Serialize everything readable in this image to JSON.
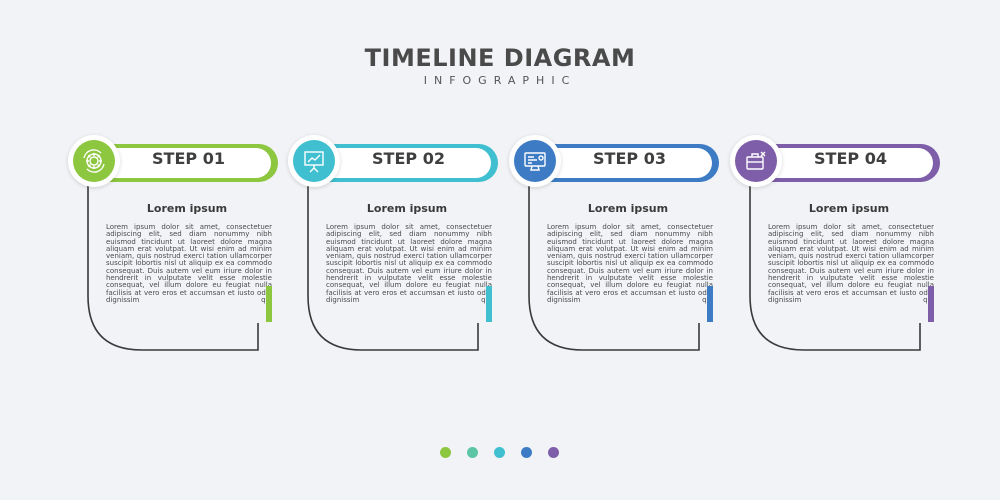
{
  "header": {
    "title": "TIMELINE DIAGRAM",
    "subtitle": "INFOGRAPHIC"
  },
  "steps": [
    {
      "label": "STEP 01",
      "heading": "Lorem ipsum",
      "body": "Lorem ipsum dolor sit amet, consectetuer adipiscing elit, sed diam nonummy nibh euismod tincidunt ut laoreet dolore magna aliquam erat volutpat. Ut wisi enim ad minim veniam, quis nostrud exerci tation ullamcorper suscipit lobortis nisl ut aliquip ex ea commodo consequat. Duis autem vel eum iriure dolor in hendrerit in vulputate velit esse molestie consequat, vel illum dolore eu feugiat nulla facilisis at vero eros et accumsan et iusto odio dignissim qui",
      "color": "#8dc63f",
      "icon": "gear-cycle-icon"
    },
    {
      "label": "STEP 02",
      "heading": "Lorem ipsum",
      "body": "Lorem ipsum dolor sit amet, consectetuer adipiscing elit, sed diam nonummy nibh euismod tincidunt ut laoreet dolore magna aliquam erat volutpat. Ut wisi enim ad minim veniam, quis nostrud exerci tation ullamcorper suscipit lobortis nisl ut aliquip ex ea commodo consequat. Duis autem vel eum iriure dolor in hendrerit in vulputate velit esse molestie consequat, vel illum dolore eu feugiat nulla facilisis at vero eros et accumsan et iusto odio dignissim qui",
      "color": "#3fbfcf",
      "icon": "presentation-board-icon"
    },
    {
      "label": "STEP 03",
      "heading": "Lorem ipsum",
      "body": "Lorem ipsum dolor sit amet, consectetuer adipiscing elit, sed diam nonummy nibh euismod tincidunt ut laoreet dolore magna aliquam erat volutpat. Ut wisi enim ad minim veniam, quis nostrud exerci tation ullamcorper suscipit lobortis nisl ut aliquip ex ea commodo consequat. Duis autem vel eum iriure dolor in hendrerit in vulputate velit esse molestie consequat, vel illum dolore eu feugiat nulla facilisis at vero eros et accumsan et iusto odio dignissim qui",
      "color": "#3d7cc4",
      "icon": "computer-monitor-icon"
    },
    {
      "label": "STEP 04",
      "heading": "Lorem ipsum",
      "body": "Lorem ipsum dolor sit amet, consectetuer adipiscing elit, sed diam nonummy nibh euismod tincidunt ut laoreet dolore magna aliquam erat volutpat. Ut wisi enim ad minim veniam, quis nostrud exerci tation ullamcorper suscipit lobortis nisl ut aliquip ex ea commodo consequat. Duis autem vel eum iriure dolor in hendrerit in vulputate velit esse molestie consequat, vel illum dolore eu feugiat nulla facilisis at vero eros et accumsan et iusto odio dignissim qui",
      "color": "#7e5ea8",
      "icon": "briefcase-icon"
    }
  ],
  "dots": [
    "#8dc63f",
    "#5cc6a4",
    "#3fbfcf",
    "#3d7cc4",
    "#7e5ea8"
  ]
}
